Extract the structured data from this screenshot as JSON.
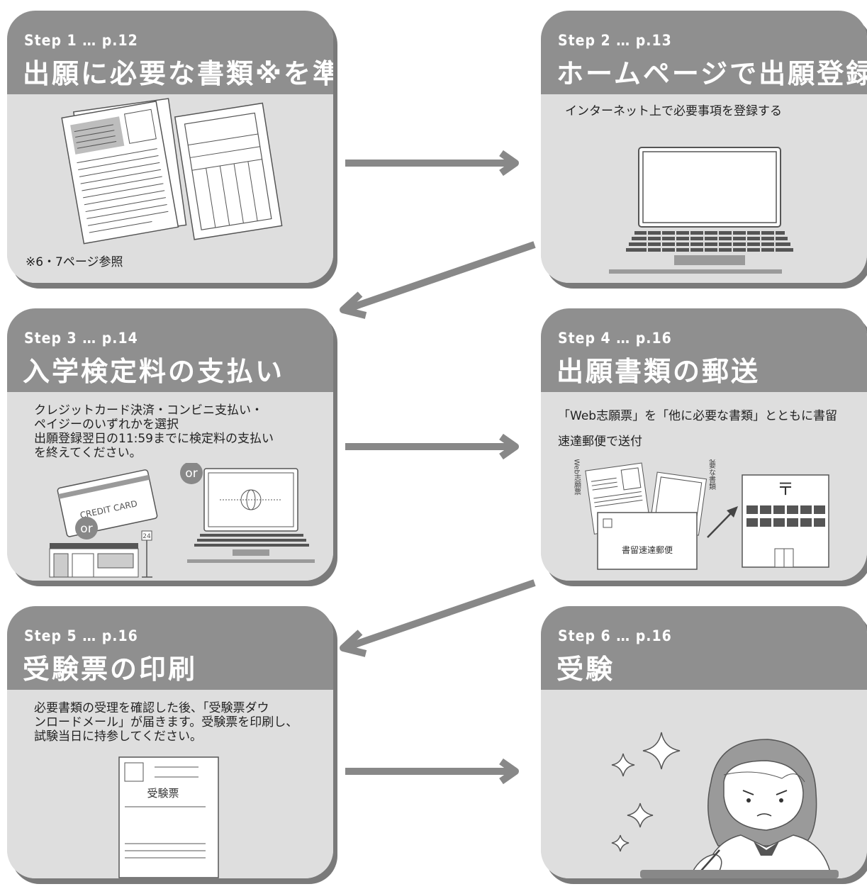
{
  "steps": [
    {
      "step": "Step 1",
      "page": "… p.12",
      "title": "出願に必要な書類※を準備",
      "note": "※6・7ページ参照"
    },
    {
      "step": "Step 2",
      "page": "… p.13",
      "title": "ホームページで出願登録",
      "desc": "インターネット上で必要事項を登録する"
    },
    {
      "step": "Step 3",
      "page": "… p.14",
      "title": "入学検定料の支払い",
      "desc_lines": [
        "クレジットカード決済・コンビニ支払い・",
        "ペイジーのいずれかを選択",
        "出願登録翌日の11:59までに検定料の支払い",
        "を終えてください。"
      ],
      "card_label": "CREDIT CARD",
      "or_label": "or",
      "store_sign": "24"
    },
    {
      "step": "Step 4",
      "page": "… p.16",
      "title": "出願書類の郵送",
      "desc_lines": [
        "「Web志願票」を「他に必要な書類」とともに書留",
        "速達郵便で送付"
      ],
      "label_web": "Web志願票",
      "label_other": "他に必要な書類",
      "envelope_label": "書留速達郵便",
      "post_mark": "〒"
    },
    {
      "step": "Step 5",
      "page": "… p.16",
      "title": "受験票の印刷",
      "desc_lines": [
        "必要書類の受理を確認した後、「受験票ダウ",
        "ンロードメール」が届きます。受験票を印刷し、",
        "試験当日に持参してください。"
      ],
      "ticket_label": "受験票"
    },
    {
      "step": "Step 6",
      "page": "… p.16",
      "title": "受験"
    }
  ]
}
